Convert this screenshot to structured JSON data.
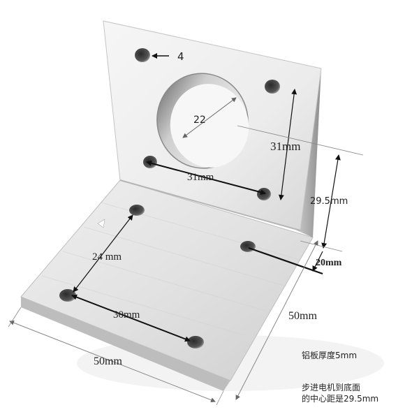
{
  "dimensions": {
    "hole_diameter": "4",
    "bore_diameter": "22",
    "vertical_hole_spacing": "31mm",
    "horizontal_hole_spacing": "31mm",
    "center_height": "29.5mm",
    "edge_offset": "20mm",
    "base_hole_spacing_y": "24 mm",
    "base_hole_spacing_x": "30mm",
    "base_width": "50mm",
    "base_depth": "50mm"
  },
  "notes": {
    "thickness": "铝板厚度5mm",
    "center_line1": "步进电机到底面",
    "center_line2": "的中心距是29.5mm"
  },
  "colors": {
    "aluminum_light": "#f4f4f4",
    "aluminum_mid": "#dcdcdc",
    "aluminum_dark": "#9a9a9a",
    "hole_dark": "#3a3a3a",
    "dimension_line": "#111111"
  }
}
